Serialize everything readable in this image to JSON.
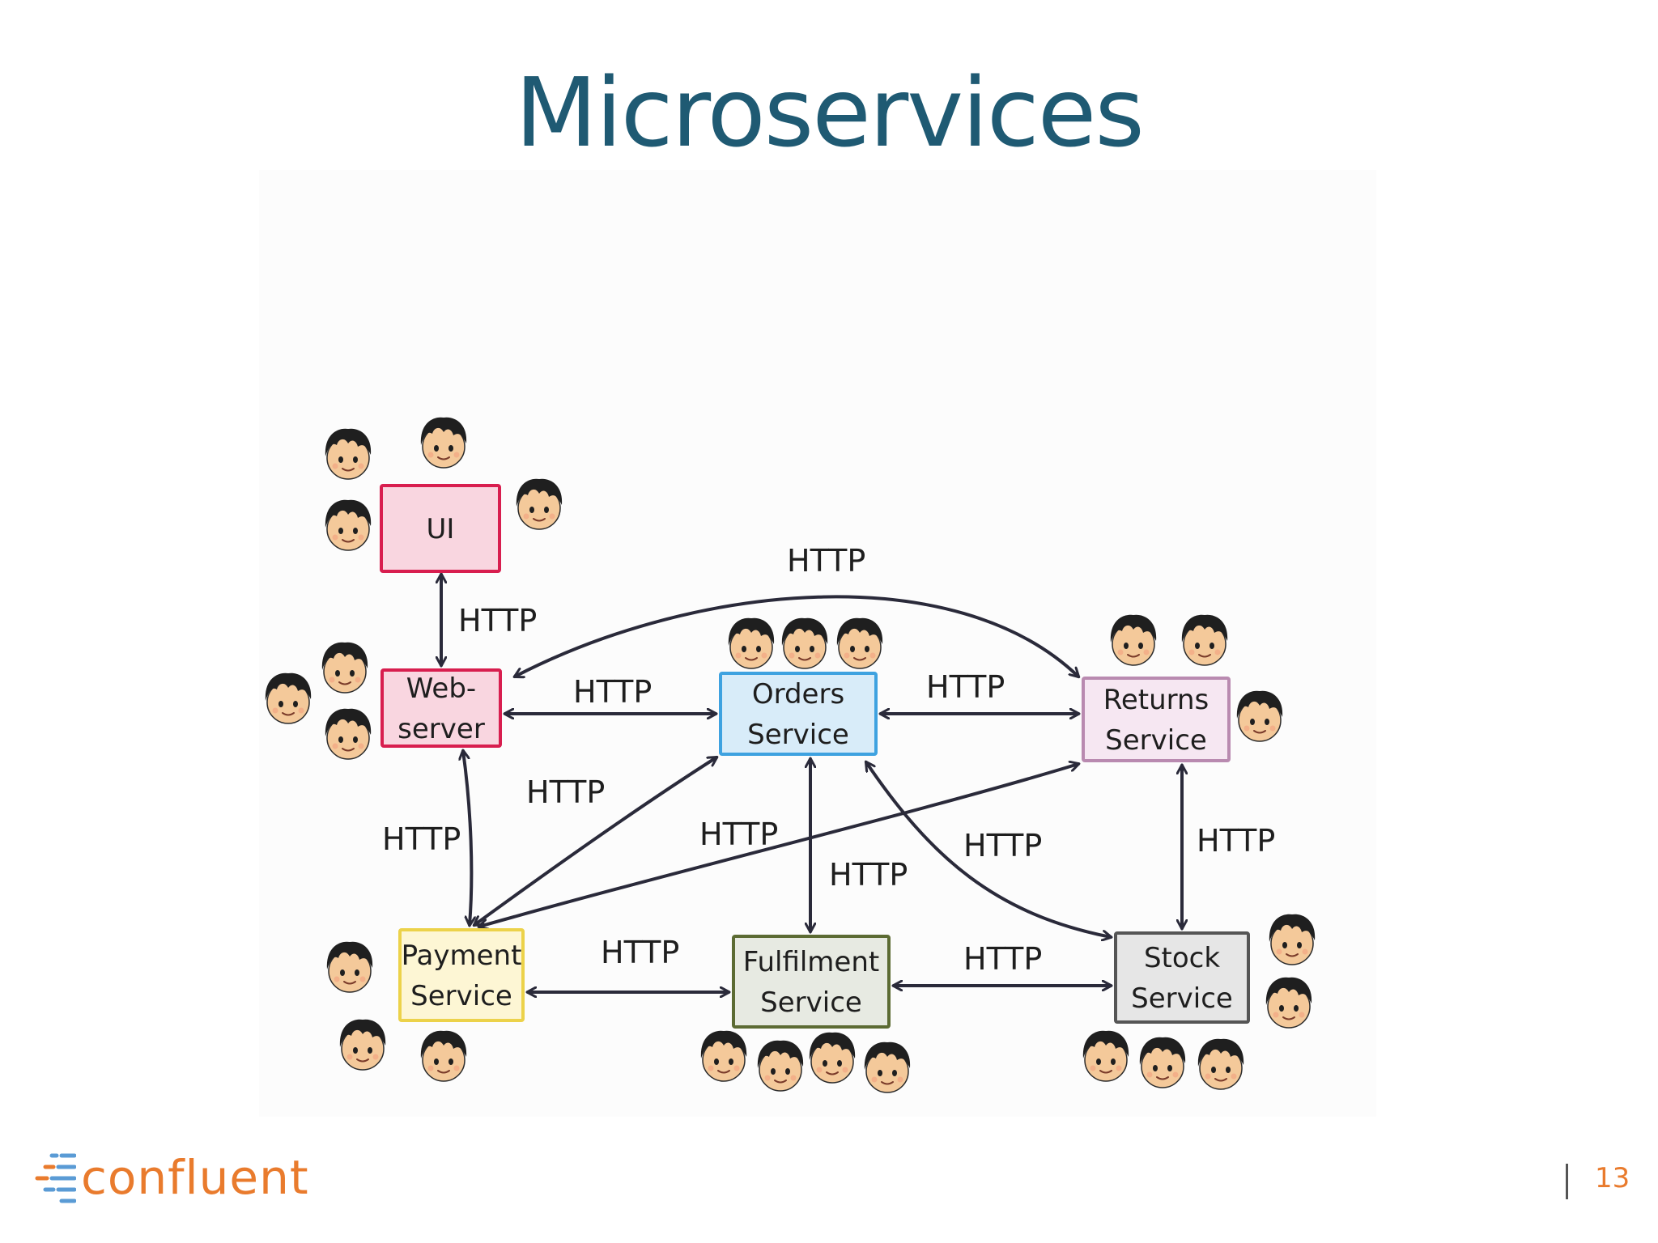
{
  "slide": {
    "title": "Microservices",
    "brand": "confluent",
    "page_number": "13"
  },
  "nodes": [
    {
      "id": "ui",
      "lines": [
        "UI"
      ],
      "fill": "#f9d6e0",
      "stroke": "#d81e4f"
    },
    {
      "id": "webserver",
      "lines": [
        "Web-",
        "server"
      ],
      "fill": "#f9d6e0",
      "stroke": "#d81e4f"
    },
    {
      "id": "orders",
      "lines": [
        "Orders",
        "Service"
      ],
      "fill": "#d8ecf9",
      "stroke": "#3ea2e0"
    },
    {
      "id": "returns",
      "lines": [
        "Returns",
        "Service"
      ],
      "fill": "#f6e7f2",
      "stroke": "#b98ab0"
    },
    {
      "id": "payment",
      "lines": [
        "Payment",
        "Service"
      ],
      "fill": "#fdf6d4",
      "stroke": "#ecd24a"
    },
    {
      "id": "fulfilment",
      "lines": [
        "Fulfilment",
        "Service"
      ],
      "fill": "#e7eae2",
      "stroke": "#5c6b33"
    },
    {
      "id": "stock",
      "lines": [
        "Stock",
        "Service"
      ],
      "fill": "#e6e6e6",
      "stroke": "#555555"
    }
  ],
  "edges": [
    {
      "from": "ui",
      "to": "webserver",
      "label": "HTTP"
    },
    {
      "from": "webserver",
      "to": "returns",
      "label": "HTTP"
    },
    {
      "from": "webserver",
      "to": "orders",
      "label": "HTTP"
    },
    {
      "from": "orders",
      "to": "returns",
      "label": "HTTP"
    },
    {
      "from": "webserver",
      "to": "payment",
      "label": "HTTP"
    },
    {
      "from": "payment",
      "to": "orders",
      "label": "HTTP"
    },
    {
      "from": "payment",
      "to": "returns",
      "label": "HTTP"
    },
    {
      "from": "orders",
      "to": "stock",
      "label": "HTTP"
    },
    {
      "from": "orders",
      "to": "fulfilment",
      "label": "HTTP"
    },
    {
      "from": "returns",
      "to": "stock",
      "label": "HTTP"
    },
    {
      "from": "payment",
      "to": "fulfilment",
      "label": "HTTP"
    },
    {
      "from": "fulfilment",
      "to": "stock",
      "label": "HTTP"
    }
  ],
  "team_icons": {
    "icon": "developer-face-icon",
    "ui": 4,
    "webserver": 3,
    "orders": 3,
    "returns": 3,
    "payment": 3,
    "fulfilment": 4,
    "stock": 5
  }
}
